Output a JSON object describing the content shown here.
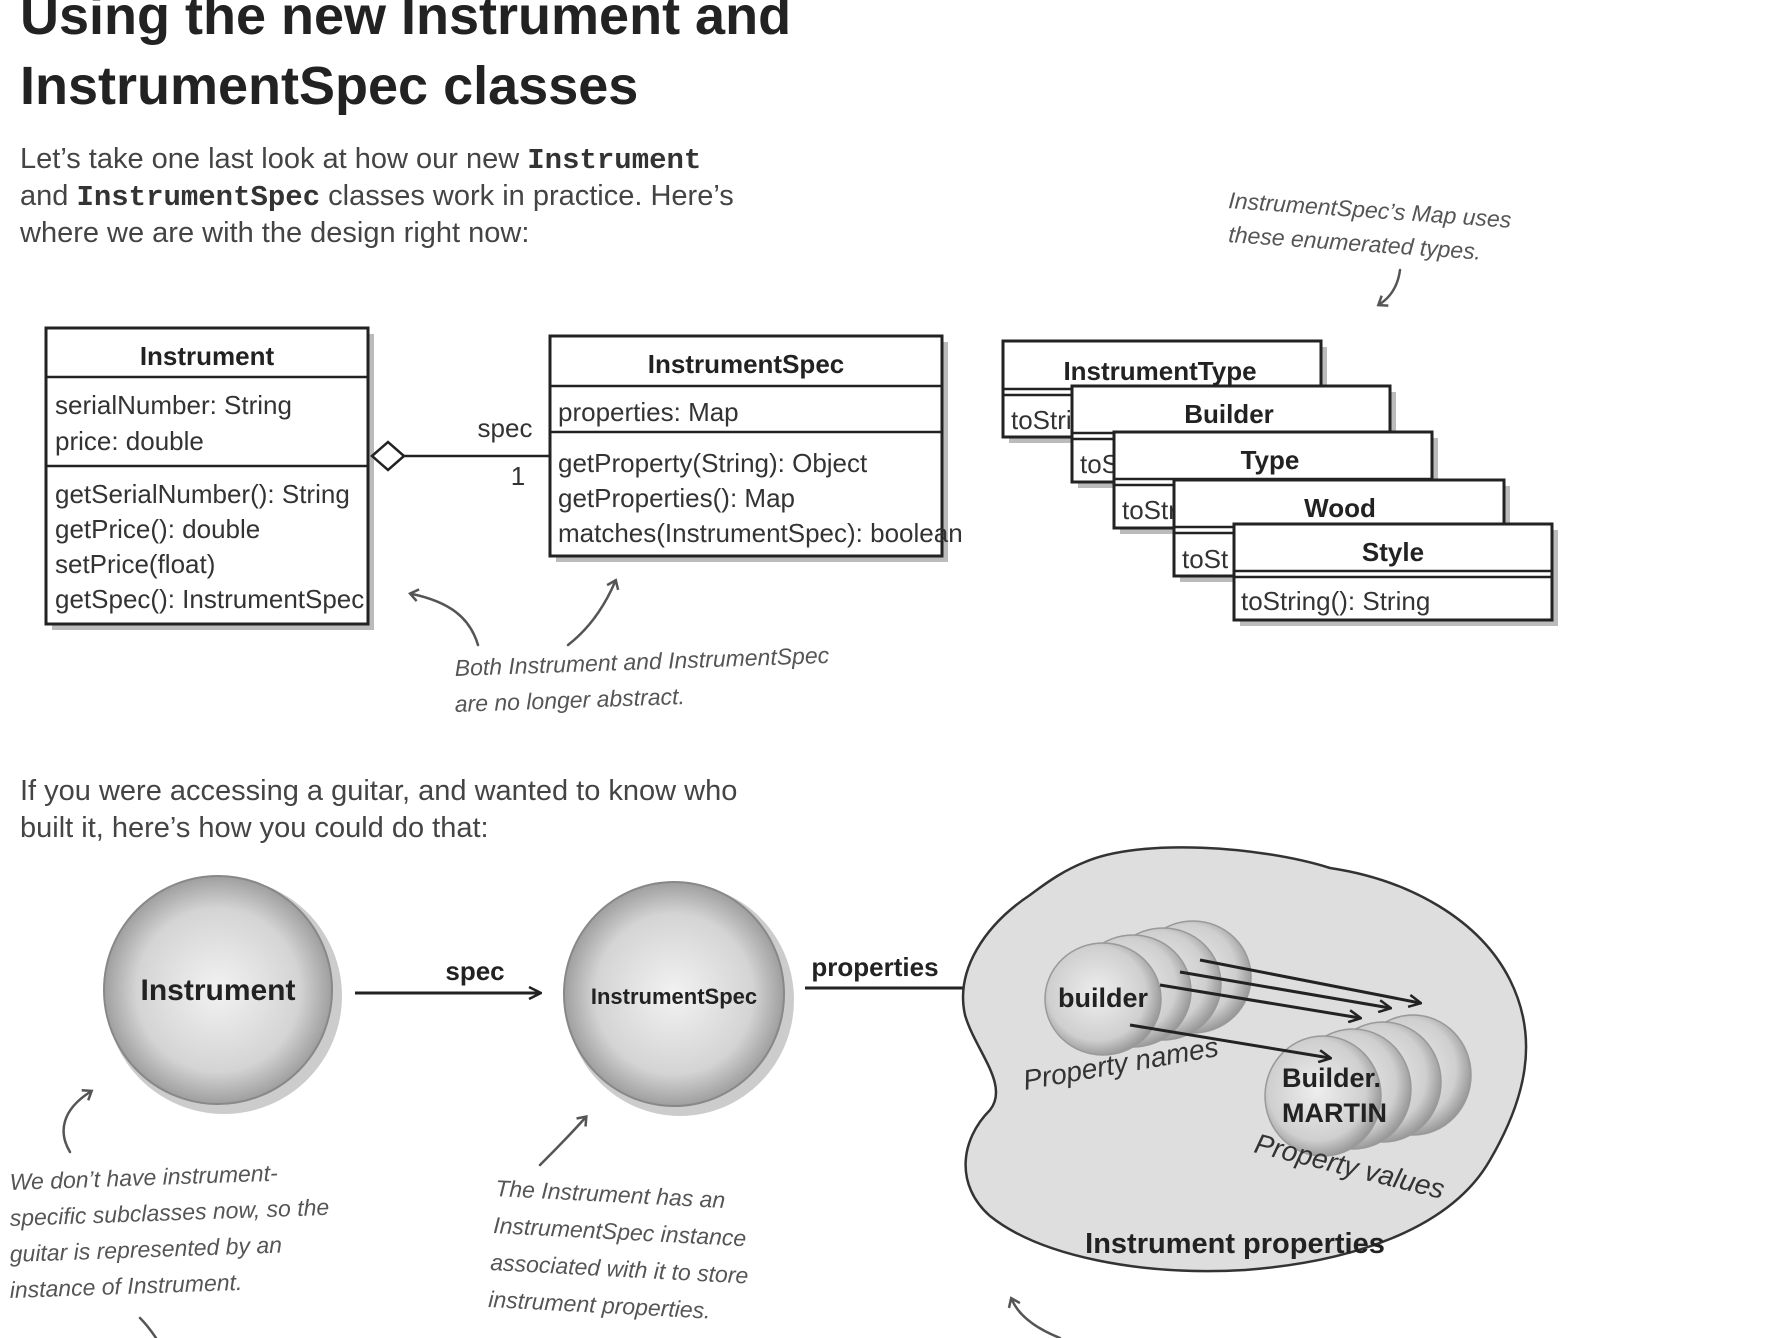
{
  "page": {
    "title_line1": "Using the new Instrument and",
    "title_line2": "InstrumentSpec classes",
    "intro": {
      "l1_a": "Let’s take one last look at how our new ",
      "l1_code": "Instrument",
      "l2_a": "and ",
      "l2_code": "InstrumentSpec",
      "l2_b": " classes work in practice. Here’s",
      "l3": "where we are with the design right now:"
    },
    "question": {
      "l1": "If you were accessing a guitar, and wanted to know who",
      "l2": "built it, here’s how you could do that:"
    }
  },
  "uml": {
    "instrument": {
      "name": "Instrument",
      "attributes": [
        "serialNumber: String",
        "price: double"
      ],
      "methods": [
        "getSerialNumber(): String",
        "getPrice(): double",
        "setPrice(float)",
        "getSpec(): InstrumentSpec"
      ]
    },
    "association": {
      "role": "spec",
      "multiplicity": "1"
    },
    "instrument_spec": {
      "name": "InstrumentSpec",
      "attributes": [
        "properties: Map"
      ],
      "methods": [
        "getProperty(String): Object",
        "getProperties(): Map",
        "matches(InstrumentSpec): boolean"
      ]
    },
    "enums": [
      {
        "name": "InstrumentType",
        "peek": "toStri"
      },
      {
        "name": "Builder",
        "peek": "toS"
      },
      {
        "name": "Type",
        "peek": "toStr"
      },
      {
        "name": "Wood",
        "peek": "toSt"
      },
      {
        "name": "Style",
        "method": "toString(): String"
      }
    ]
  },
  "notes": {
    "enum_note": [
      "InstrumentSpec’s Map uses",
      "these enumerated types."
    ],
    "abstract_note": [
      "Both Instrument and InstrumentSpec",
      "are no longer abstract."
    ],
    "instrument_note": [
      "We don’t have instrument-",
      "specific subclasses now, so the",
      "guitar is represented by an",
      "instance of Instrument."
    ],
    "spec_note": [
      "The Instrument has an",
      "InstrumentSpec instance",
      "associated with it to store",
      "instrument properties."
    ]
  },
  "objects": {
    "instrument": "Instrument",
    "spec_arrow": "spec",
    "instrument_spec": "InstrumentSpec",
    "properties_arrow": "properties",
    "property_name": "builder",
    "property_value_line1": "Builder.",
    "property_value_line2": "MARTIN",
    "names_caption": "Property names",
    "values_caption": "Property values",
    "blob_title": "Instrument properties"
  }
}
